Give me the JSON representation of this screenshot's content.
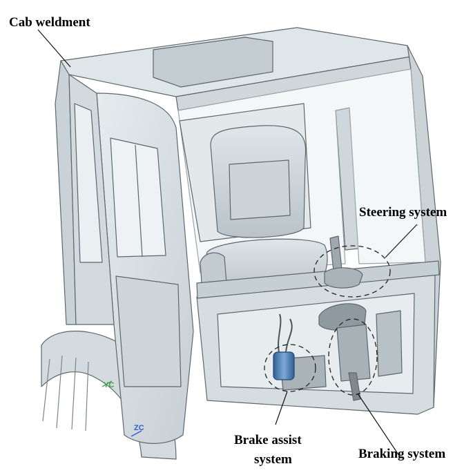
{
  "labels": {
    "cab_weldment": "Cab weldment",
    "steering_system": "Steering system",
    "brake_assist_line1": "Brake assist",
    "brake_assist_line2": "system",
    "braking_system": "Braking system"
  },
  "axis_tags": {
    "yc": "YC",
    "zc": "ZC"
  },
  "colors": {
    "panel": "#d8dfe2",
    "panel_light": "#e9eef0",
    "panel_dark": "#b4bec3",
    "outline": "#5d666b",
    "glass": "#f4f7f8",
    "axis_green": "#3fa34d",
    "axis_blue": "#2f5fd0",
    "reservoir_blue": "#4d7fb5"
  }
}
